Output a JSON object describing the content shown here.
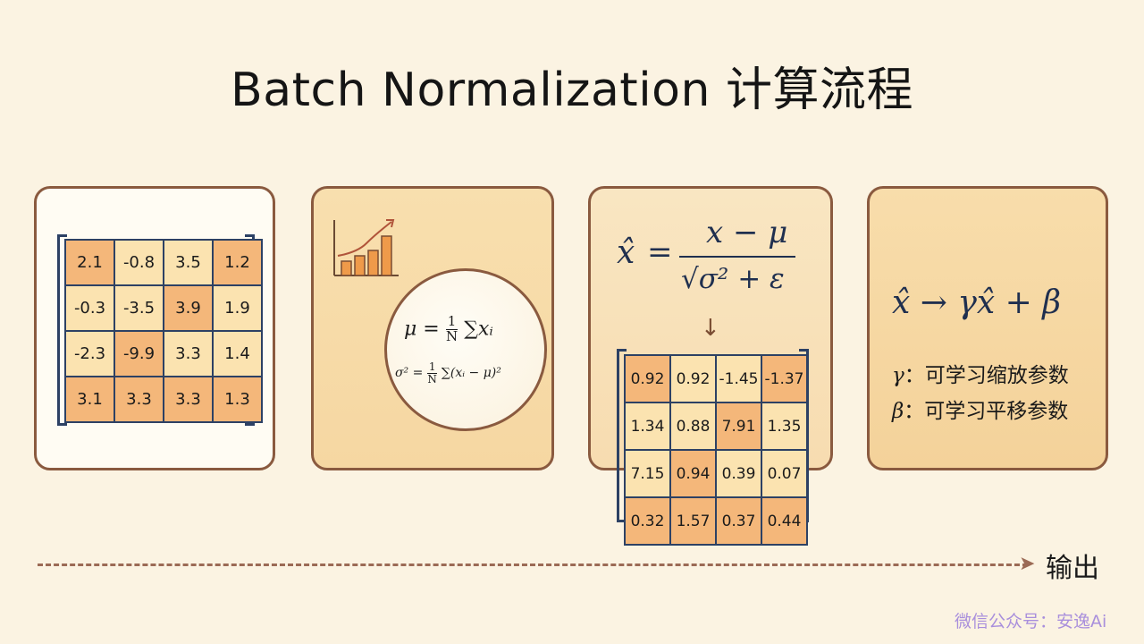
{
  "title": "Batch Normalization 计算流程",
  "input_matrix": [
    [
      "2.1",
      "-0.8",
      "3.5",
      "1.2"
    ],
    [
      "-0.3",
      "-3.5",
      "3.9",
      "1.9"
    ],
    [
      "-2.3",
      "-9.9",
      "3.3",
      "1.4"
    ],
    [
      "3.1",
      "3.3",
      "3.3",
      "1.3"
    ]
  ],
  "stats": {
    "mu_lhs": "μ =",
    "mu_frac_num": "1",
    "mu_frac_den": "N",
    "mu_rhs": "∑xᵢ",
    "sigma_lhs": "σ² =",
    "sigma_frac_num": "1",
    "sigma_frac_den": "N",
    "sigma_rhs": "∑(xᵢ − μ)²"
  },
  "normalize": {
    "lhs": "x̂",
    "eq": "=",
    "numerator": "x − μ",
    "denominator": "√σ² + ε",
    "arrow": "↓"
  },
  "normalized_matrix": [
    [
      "0.92",
      "0.92",
      "-1.45",
      "-1.37"
    ],
    [
      "1.34",
      "0.88",
      "7.91",
      "1.35"
    ],
    [
      "7.15",
      "0.94",
      "0.39",
      "0.07"
    ],
    [
      "0.32",
      "1.57",
      "0.37",
      "0.44"
    ]
  ],
  "scale_shift": {
    "formula": "x̂ → γx̂ + β",
    "gamma_symbol": "γ",
    "gamma_text": "：可学习缩放参数",
    "beta_symbol": "β",
    "beta_text": "：可学习平移参数"
  },
  "output_label": "输出",
  "watermark": "微信公众号：安逸Ai",
  "colors": {
    "background": "#fbf3e2",
    "panel_border": "#8a5a3f",
    "matrix_border": "#2d4164",
    "cell_light": "#fbe3b0",
    "cell_dark": "#f4b77a",
    "arrow": "#9b6a55"
  }
}
